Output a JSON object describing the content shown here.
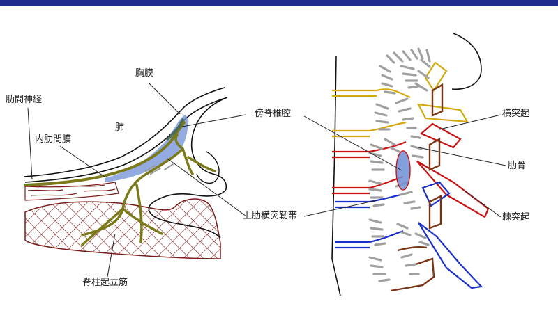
{
  "colors": {
    "top_bar": "#1f2d8f",
    "nerve": "#7a7a1a",
    "muscle": "#7a1c1c",
    "block": "#6f8fd6",
    "ligament": "#999999",
    "rib_yellow": "#d4a90d",
    "rib_red": "#cc1111",
    "rib_blue": "#1a2fc9",
    "rib_brown": "#7a3514",
    "outline": "#111111"
  },
  "labels": {
    "pleura": "胸膜",
    "intercostal_nerve": "肋間神経",
    "lung": "肺",
    "internal_intercostal_membrane": "内肋間膜",
    "paravertebral_space": "傍脊椎腔",
    "superior_costotransverse_ligament": "上肋横突靭帯",
    "erector_spinae": "脊柱起立筋",
    "transverse_process": "横突起",
    "rib": "肋骨",
    "spinous_process": "棘突起"
  }
}
